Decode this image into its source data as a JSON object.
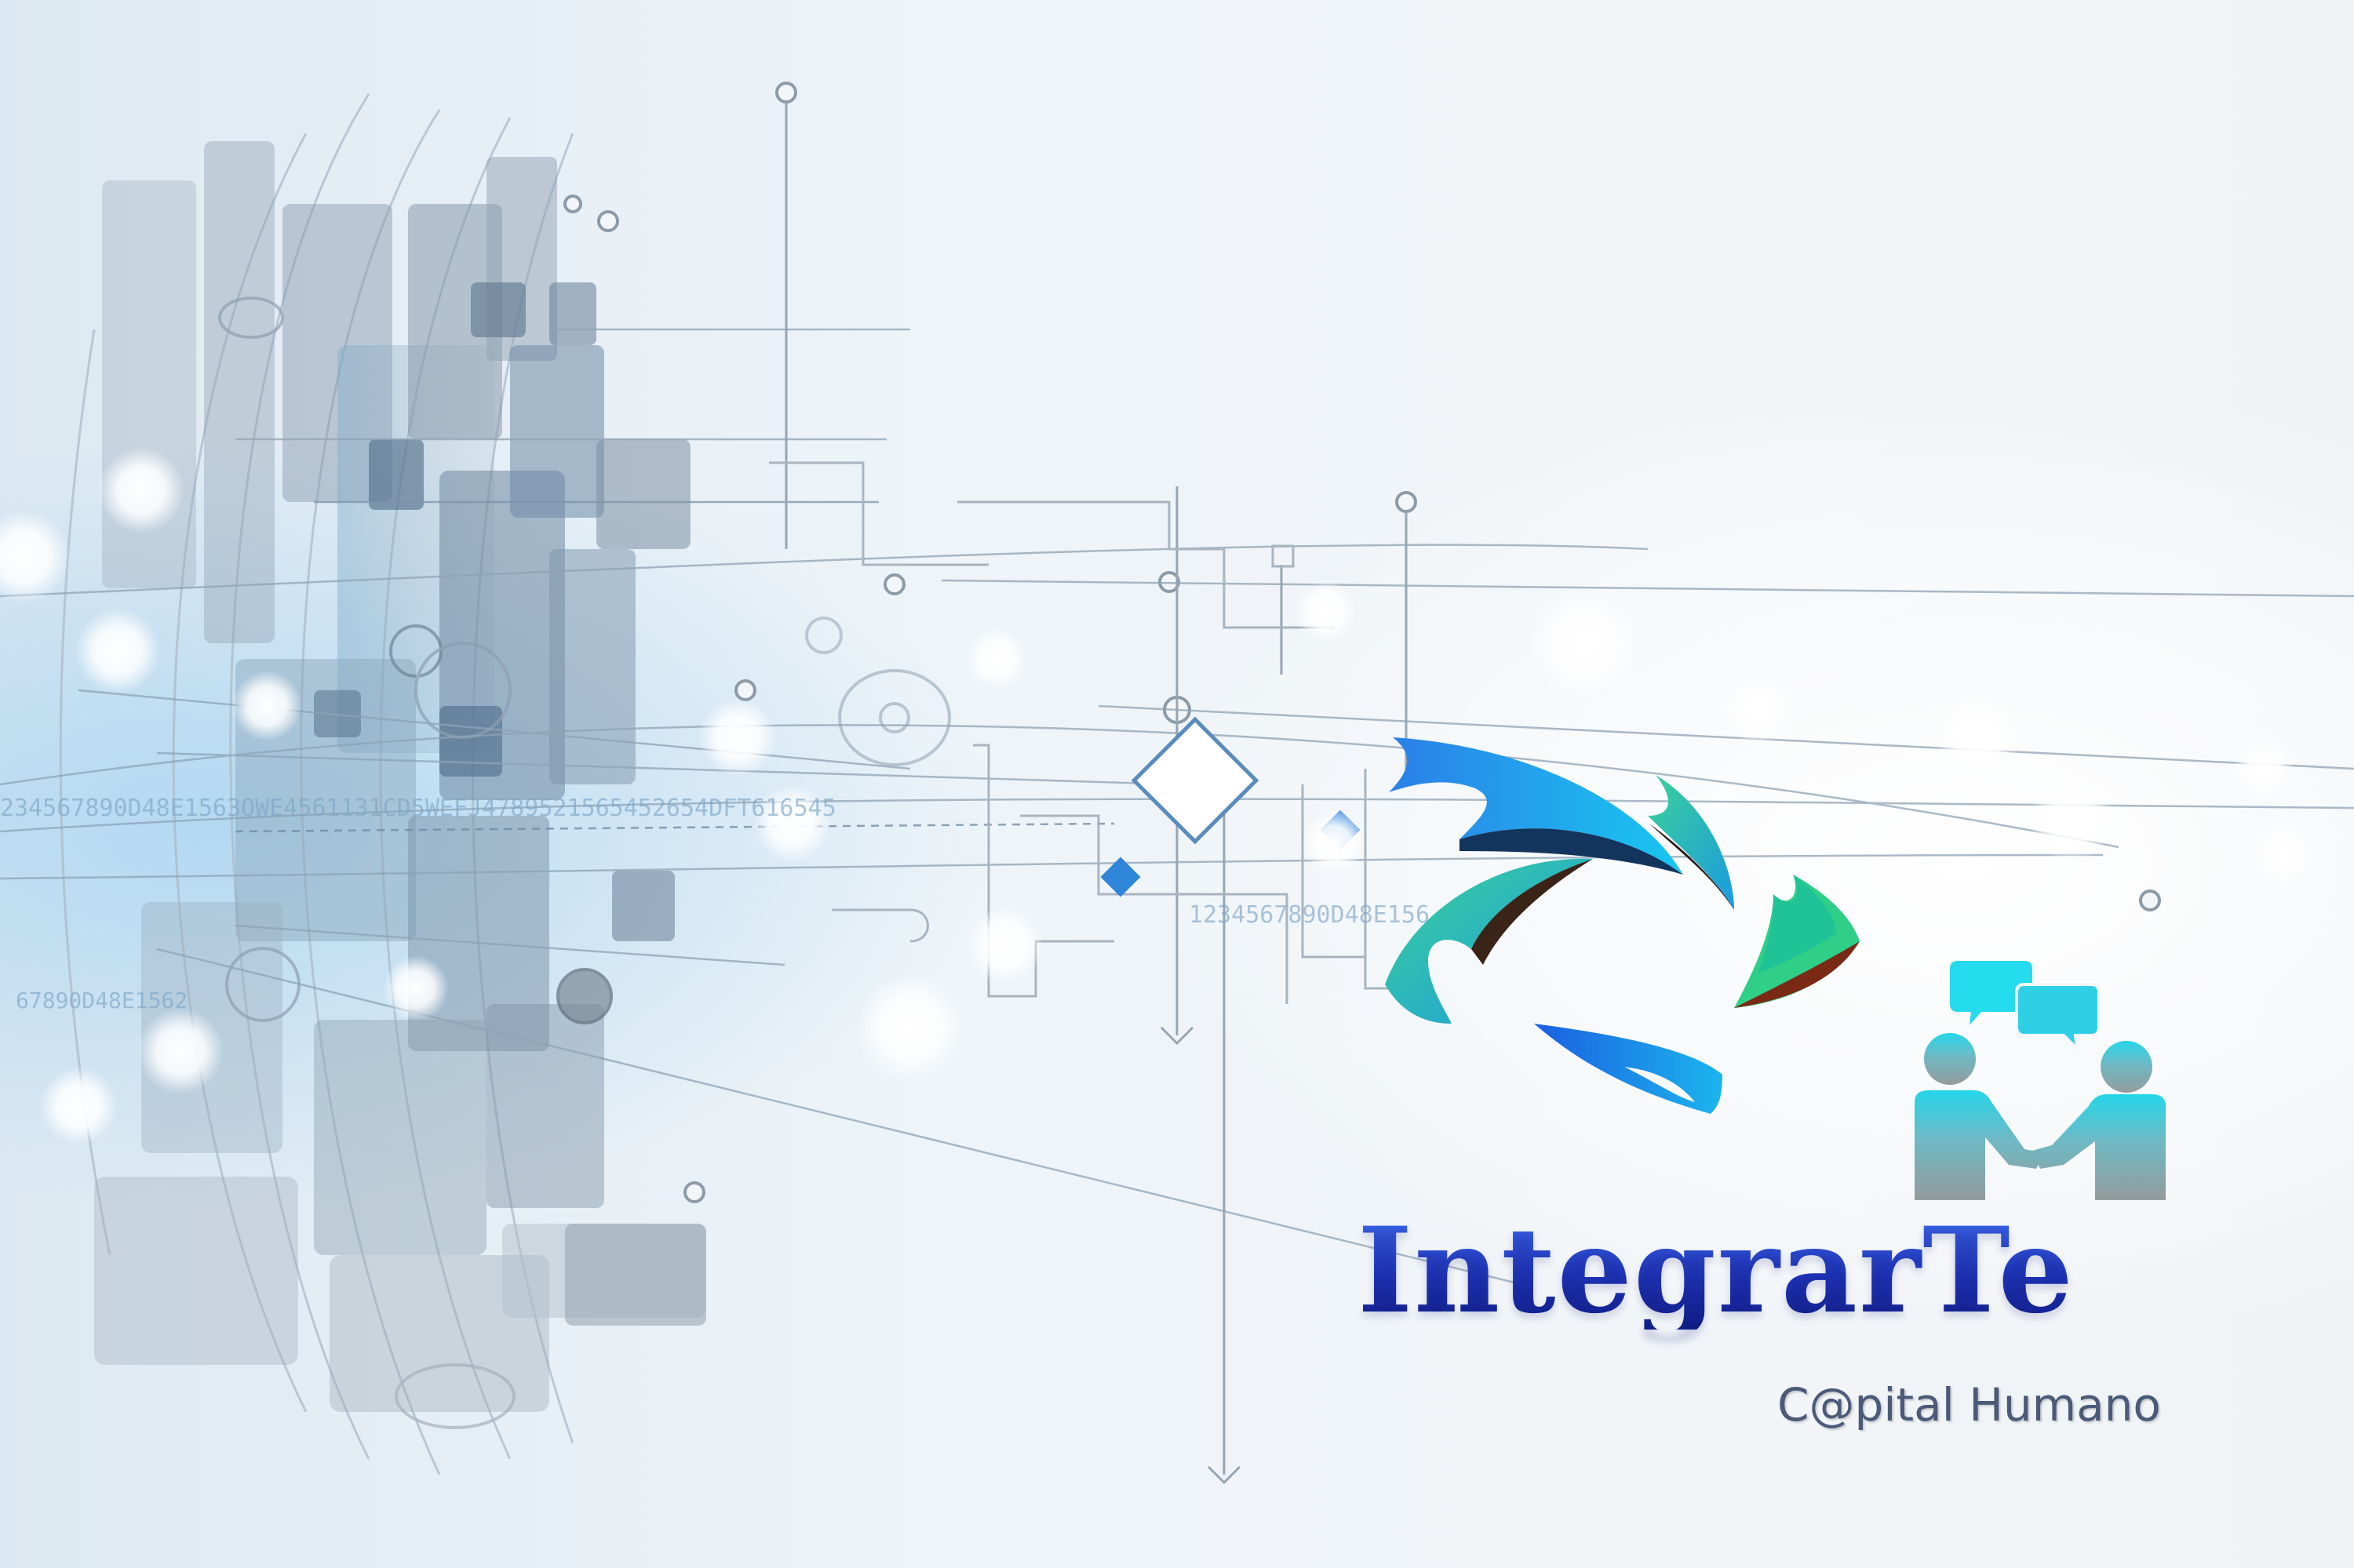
{
  "brand": {
    "name": "IntegrarTe",
    "tagline": "C@pital Humano"
  },
  "background_codes": [
    "234567890D48E1563QWE4561131CD5WEFJ4789521565452654DFT616545",
    "1234567890D48E156",
    "67890D48E1562"
  ],
  "icons": {
    "logo": "pinwheel-swirl-logo",
    "people": "two-people-handshake-chat-icon"
  },
  "colors": {
    "brand_blue": "#2a46c9",
    "swirl_blue": "#1e6ff0",
    "swirl_cyan": "#19c9f0",
    "swirl_green": "#2ed39a",
    "people_cyan": "#22d7ea",
    "people_gray": "#8f9a9c",
    "tagline_gray": "#4a5a78"
  }
}
